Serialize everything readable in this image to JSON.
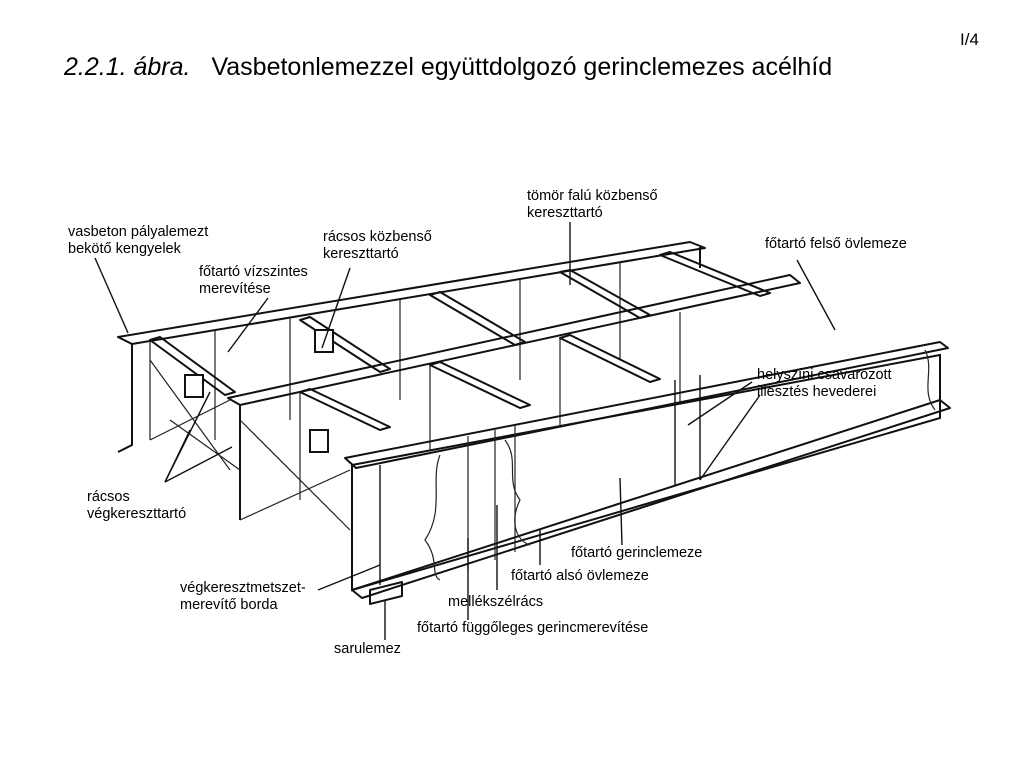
{
  "page_number": "I/4",
  "title": {
    "figure_number": "2.2.1. ábra.",
    "text": "Vasbetonlemezzel együttdolgozó gerinclemezes acélhíd"
  },
  "labels": {
    "pavement_stirrups": [
      "vasbeton pályalemezt",
      "bekötő kengyelek"
    ],
    "horizontal_bracing": [
      "főtartó vízszintes",
      "merevítése"
    ],
    "truss_intermediate_crossbeam": [
      "rácsos közbenső",
      "kereszttartó"
    ],
    "solid_web_crossbeam": [
      "tömör falú közbenső",
      "kereszttartó"
    ],
    "top_flange": [
      "főtartó felső övlemeze"
    ],
    "splice_plates": [
      "helyszíni csavarozott",
      "illesztés hevederei"
    ],
    "truss_end_crossbeam": [
      "rácsos",
      "végkereszttartó"
    ],
    "web_plate": [
      "főtartó gerinclemeze"
    ],
    "bottom_flange": [
      "főtartó alsó övlemeze"
    ],
    "secondary_bracing": [
      "mellékszélrács"
    ],
    "end_stiffener": [
      "végkeresztmetszet-",
      "merevítő borda"
    ],
    "vertical_stiffeners": [
      "főtartó függőleges gerincmerevítése"
    ],
    "bearing_plate": [
      "sarulemez"
    ]
  }
}
